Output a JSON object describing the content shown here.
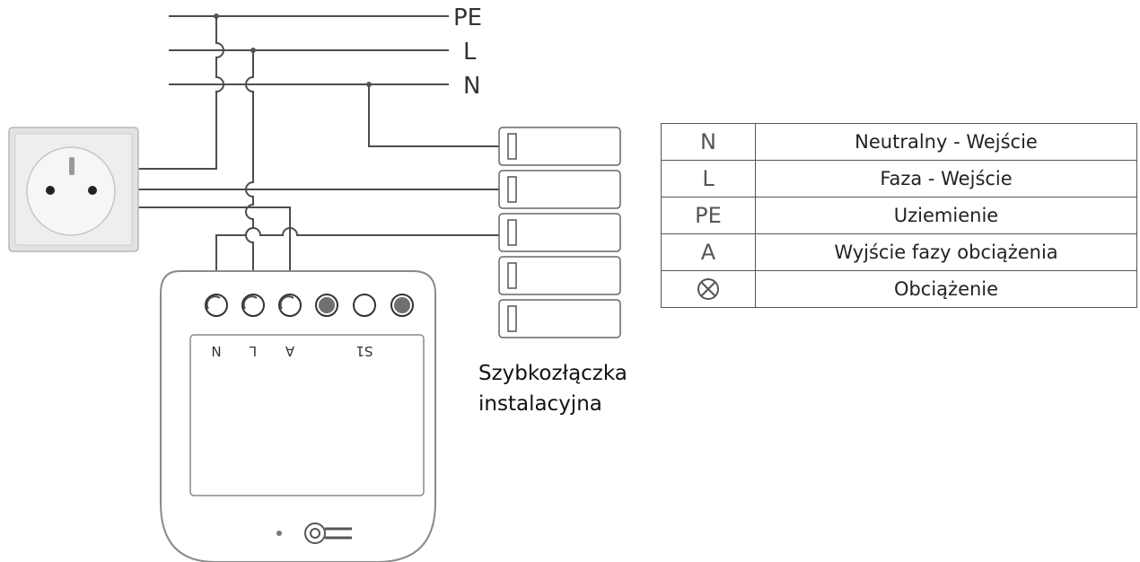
{
  "bus_lines": [
    "PE",
    "L",
    "N"
  ],
  "module_terminal_labels": [
    "N",
    "L",
    "A",
    "S1"
  ],
  "connector_label": [
    "Szybkozłączka",
    "instalacyjna"
  ],
  "legend": [
    {
      "symbol": "N",
      "description": "Neutralny - Wejście"
    },
    {
      "symbol": "L",
      "description": "Faza - Wejście"
    },
    {
      "symbol": "PE",
      "description": "Uziemienie"
    },
    {
      "symbol": "A",
      "description": "Wyjście fazy obciążenia"
    },
    {
      "symbol": "",
      "symbol_icon": "load-lamp-icon",
      "description": "Obciążenie"
    }
  ]
}
